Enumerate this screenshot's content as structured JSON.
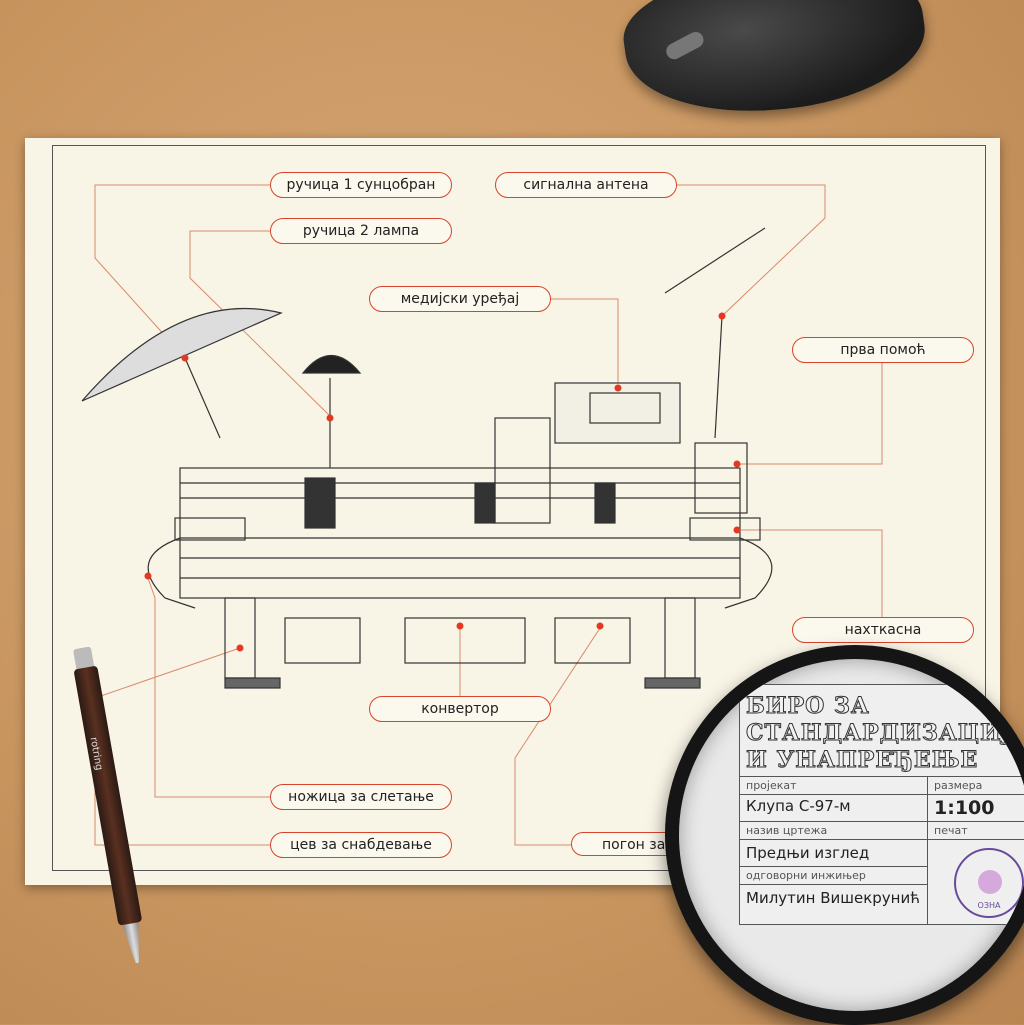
{
  "labels": {
    "umbrella_handle": "ручица 1 сунцобран",
    "lamp_handle": "ручица 2 лампа",
    "antenna": "сигнална антена",
    "media_device": "медијски уређај",
    "first_aid": "прва помоћ",
    "nightstand": "нахткасна",
    "converter": "конвертор",
    "landing_legs": "ножица за слетање",
    "supply_pipe": "цев за снабдевање",
    "drive": "погон за"
  },
  "title_block": {
    "title": "Биро за стандардизацију и унапређење",
    "project_label": "пројекат",
    "project_value": "Клупа С-97-м",
    "scale_label": "размера",
    "scale_value": "1:100",
    "drawing_name_label": "назив цртежа",
    "drawing_name_value": "Предњи изглед",
    "stamp_label": "печат",
    "engineer_label": "одговорни инжињер",
    "engineer_value": "Милутин Вишекрунић",
    "stamp_text": "ОЗНА"
  },
  "pencil_brand": "rotring",
  "colors": {
    "accent": "#d6452b",
    "paper": "#f8f4e6",
    "wood": "#c8955f"
  }
}
